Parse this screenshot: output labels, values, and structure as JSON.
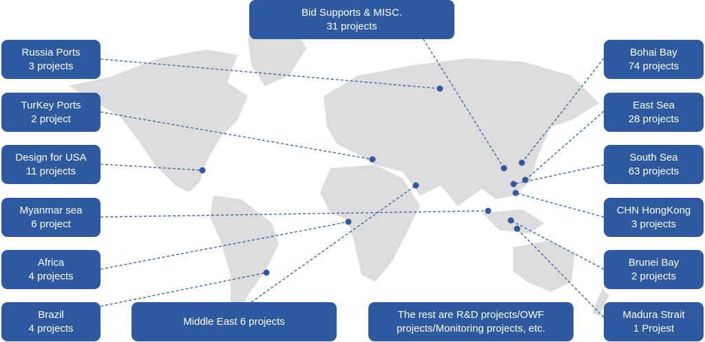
{
  "accent": "#2d5a9e",
  "regions": [
    {
      "id": "bid",
      "line1": "Bid Supports & MISC.",
      "line2": "31 projects"
    },
    {
      "id": "russia",
      "line1": "Russia Ports",
      "line2": "3 projects"
    },
    {
      "id": "turkey",
      "line1": "TurKey Ports",
      "line2": "2 project"
    },
    {
      "id": "usa",
      "line1": "Design for USA",
      "line2": "11 projects"
    },
    {
      "id": "myanmar",
      "line1": "Myanmar sea",
      "line2": "6 project"
    },
    {
      "id": "africa",
      "line1": "Africa",
      "line2": "4 projects"
    },
    {
      "id": "brazil",
      "line1": "Brazil",
      "line2": "4 projects"
    },
    {
      "id": "middle-east",
      "line1": "Middle East 6 projects",
      "line2": ""
    },
    {
      "id": "rest",
      "line1": "The rest are R&D projects/OWF",
      "line2": "projects/Monitoring projects, etc."
    },
    {
      "id": "bohai",
      "line1": "Bohai Bay",
      "line2": "74 projects"
    },
    {
      "id": "east-sea",
      "line1": "East Sea",
      "line2": "28 projects"
    },
    {
      "id": "south-sea",
      "line1": "South Sea",
      "line2": "63 projects"
    },
    {
      "id": "hongkong",
      "line1": "CHN HongKong",
      "line2": "3 projects"
    },
    {
      "id": "brunei",
      "line1": "Brunei Bay",
      "line2": "2 projects"
    },
    {
      "id": "madura",
      "line1": "Madura Strait",
      "line2": "1 Projest"
    }
  ]
}
